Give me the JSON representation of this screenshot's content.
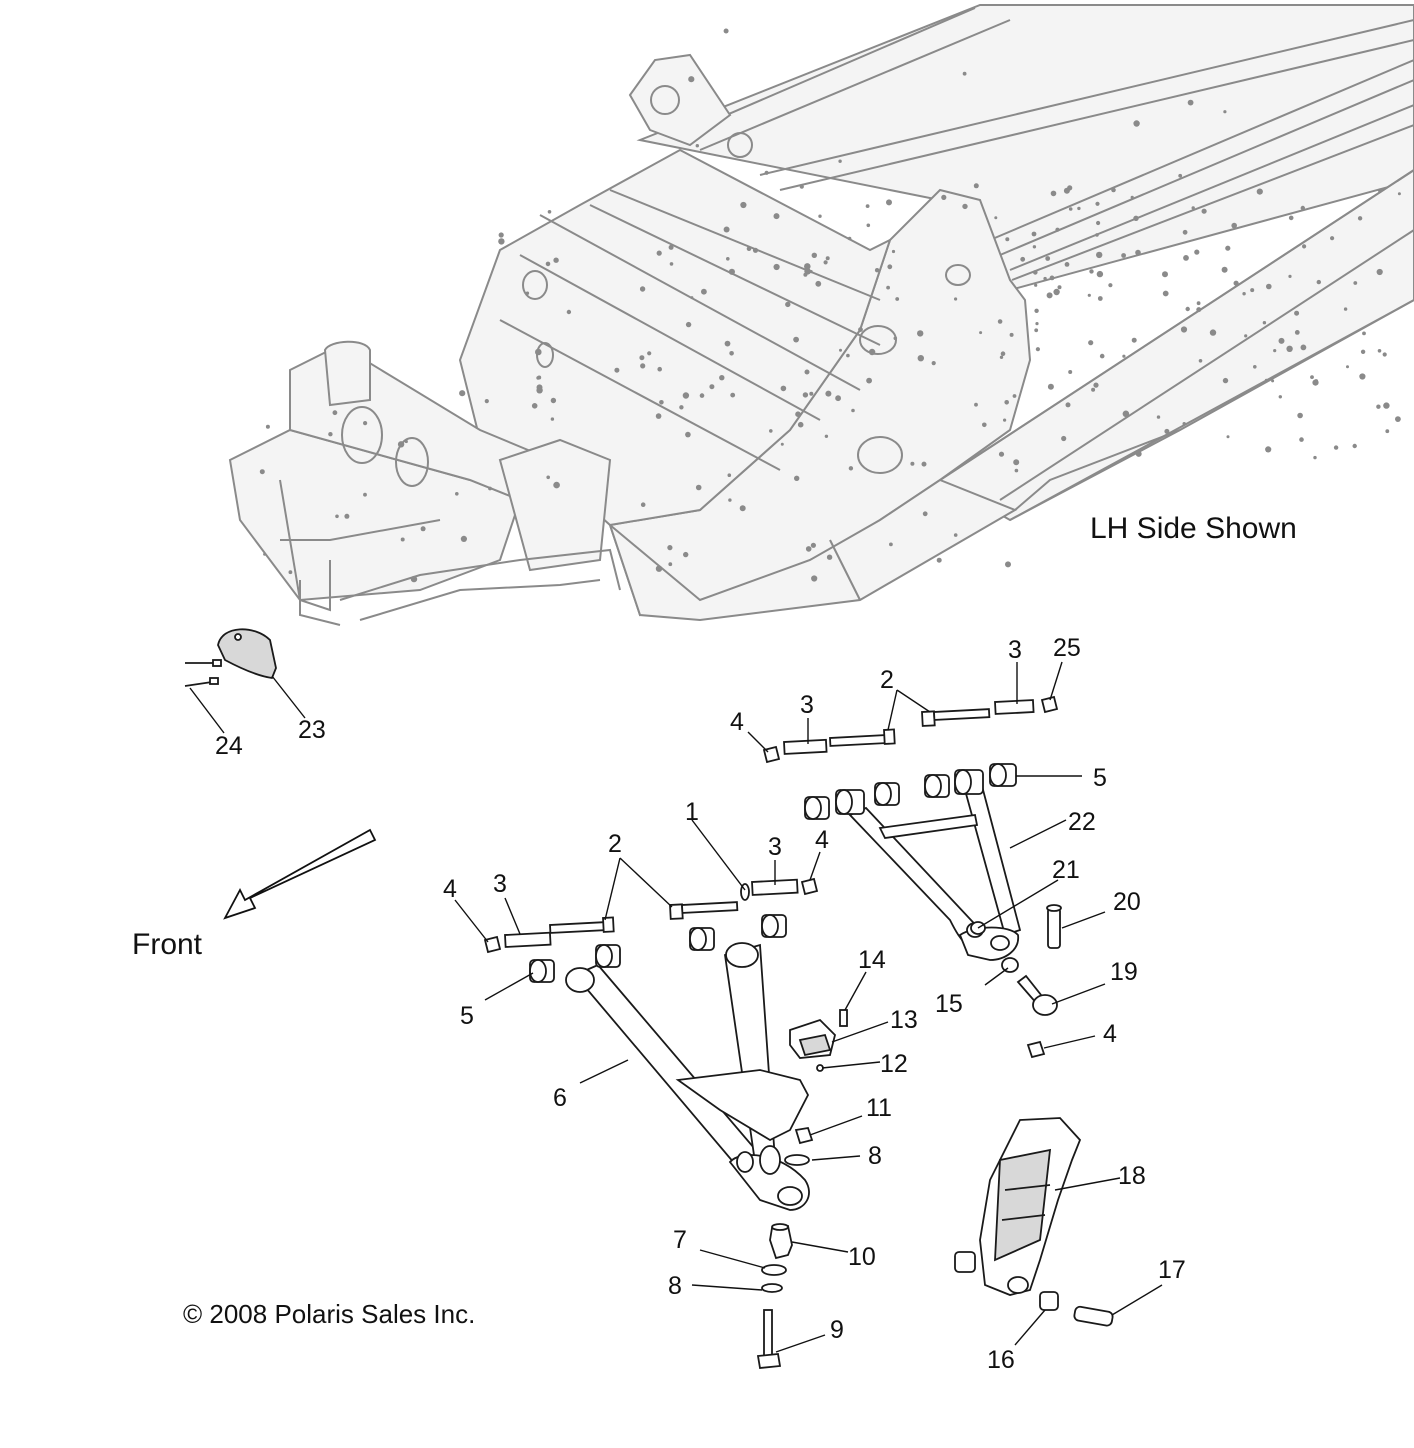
{
  "diagram": {
    "note": "LH Side Shown",
    "direction_label": "Front",
    "copyright": "© 2008 Polaris Sales Inc."
  },
  "callouts": [
    {
      "id": "c1",
      "label": "1"
    },
    {
      "id": "c2a",
      "label": "2"
    },
    {
      "id": "c2b",
      "label": "2"
    },
    {
      "id": "c3a",
      "label": "3"
    },
    {
      "id": "c3b",
      "label": "3"
    },
    {
      "id": "c3c",
      "label": "3"
    },
    {
      "id": "c3d",
      "label": "3"
    },
    {
      "id": "c4a",
      "label": "4"
    },
    {
      "id": "c4b",
      "label": "4"
    },
    {
      "id": "c4c",
      "label": "4"
    },
    {
      "id": "c4d",
      "label": "4"
    },
    {
      "id": "c5a",
      "label": "5"
    },
    {
      "id": "c5b",
      "label": "5"
    },
    {
      "id": "c6",
      "label": "6"
    },
    {
      "id": "c7",
      "label": "7"
    },
    {
      "id": "c8a",
      "label": "8"
    },
    {
      "id": "c8b",
      "label": "8"
    },
    {
      "id": "c9",
      "label": "9"
    },
    {
      "id": "c10",
      "label": "10"
    },
    {
      "id": "c11",
      "label": "11"
    },
    {
      "id": "c12",
      "label": "12"
    },
    {
      "id": "c13",
      "label": "13"
    },
    {
      "id": "c14",
      "label": "14"
    },
    {
      "id": "c15",
      "label": "15"
    },
    {
      "id": "c16",
      "label": "16"
    },
    {
      "id": "c17",
      "label": "17"
    },
    {
      "id": "c18",
      "label": "18"
    },
    {
      "id": "c19",
      "label": "19"
    },
    {
      "id": "c20",
      "label": "20"
    },
    {
      "id": "c21",
      "label": "21"
    },
    {
      "id": "c22",
      "label": "22"
    },
    {
      "id": "c23",
      "label": "23"
    },
    {
      "id": "c24",
      "label": "24"
    },
    {
      "id": "c25",
      "label": "25"
    }
  ]
}
